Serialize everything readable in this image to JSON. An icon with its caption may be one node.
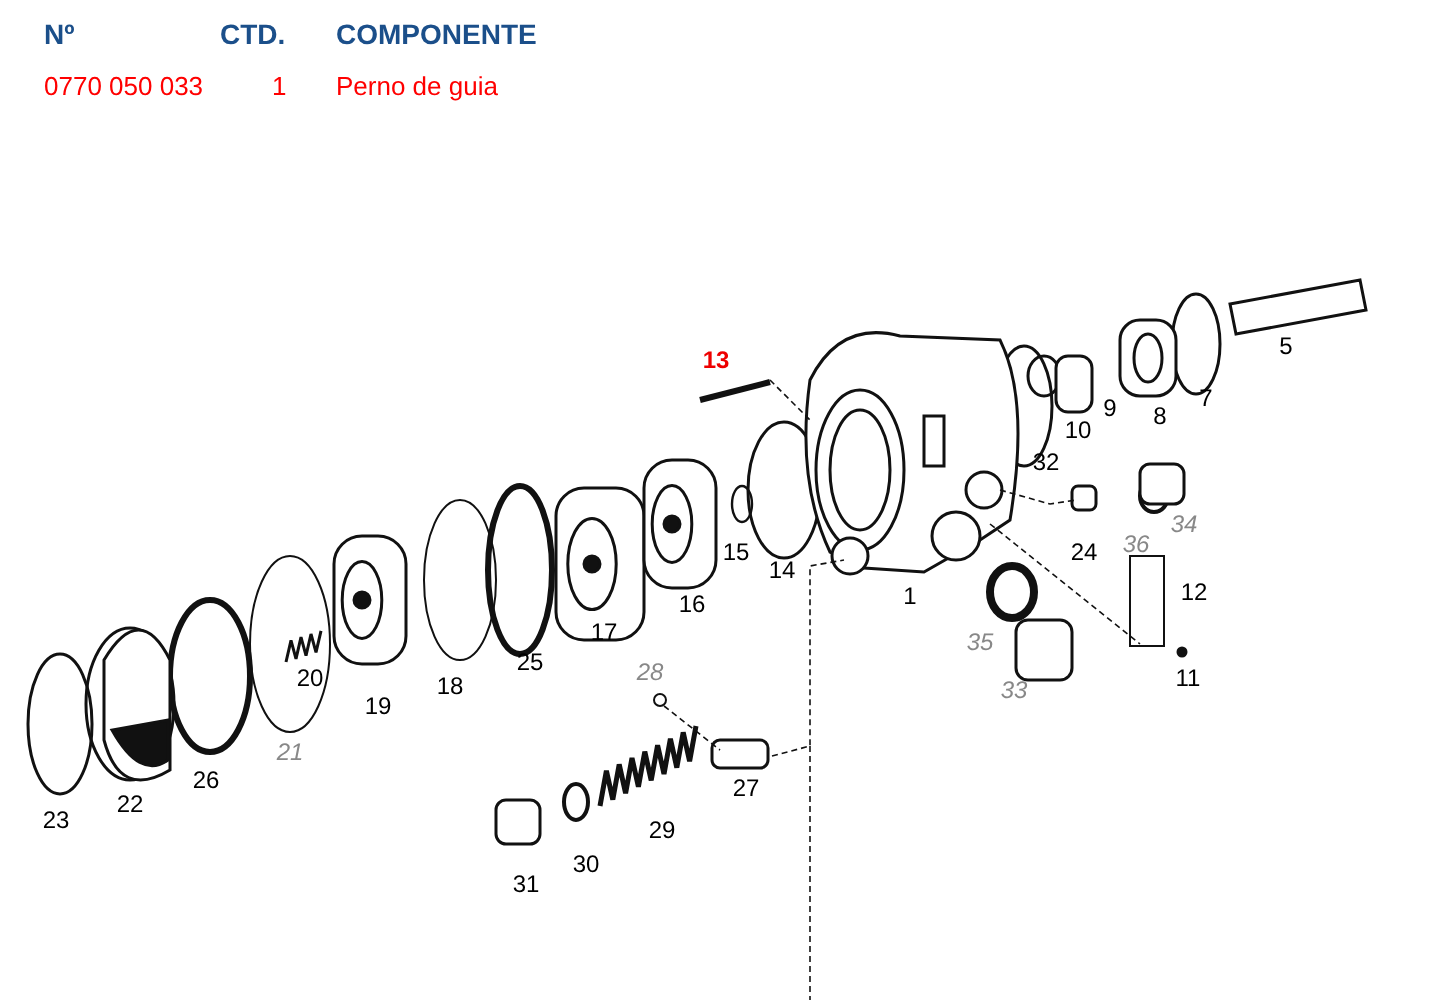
{
  "diagram": {
    "labels": [
      "Nº",
      "CTD.",
      "COMPONENTE",
      "0770 050 033",
      "1",
      "Perno de guia",
      "13",
      "5",
      "7",
      "8",
      "9",
      "10",
      "32",
      "24",
      "36",
      "34",
      "15",
      "14",
      "16",
      "1",
      "12",
      "17",
      "25",
      "35",
      "18",
      "20",
      "19",
      "11",
      "33",
      "21",
      "28",
      "27",
      "26",
      "22",
      "23",
      "29",
      "30",
      "31"
    ]
  }
}
